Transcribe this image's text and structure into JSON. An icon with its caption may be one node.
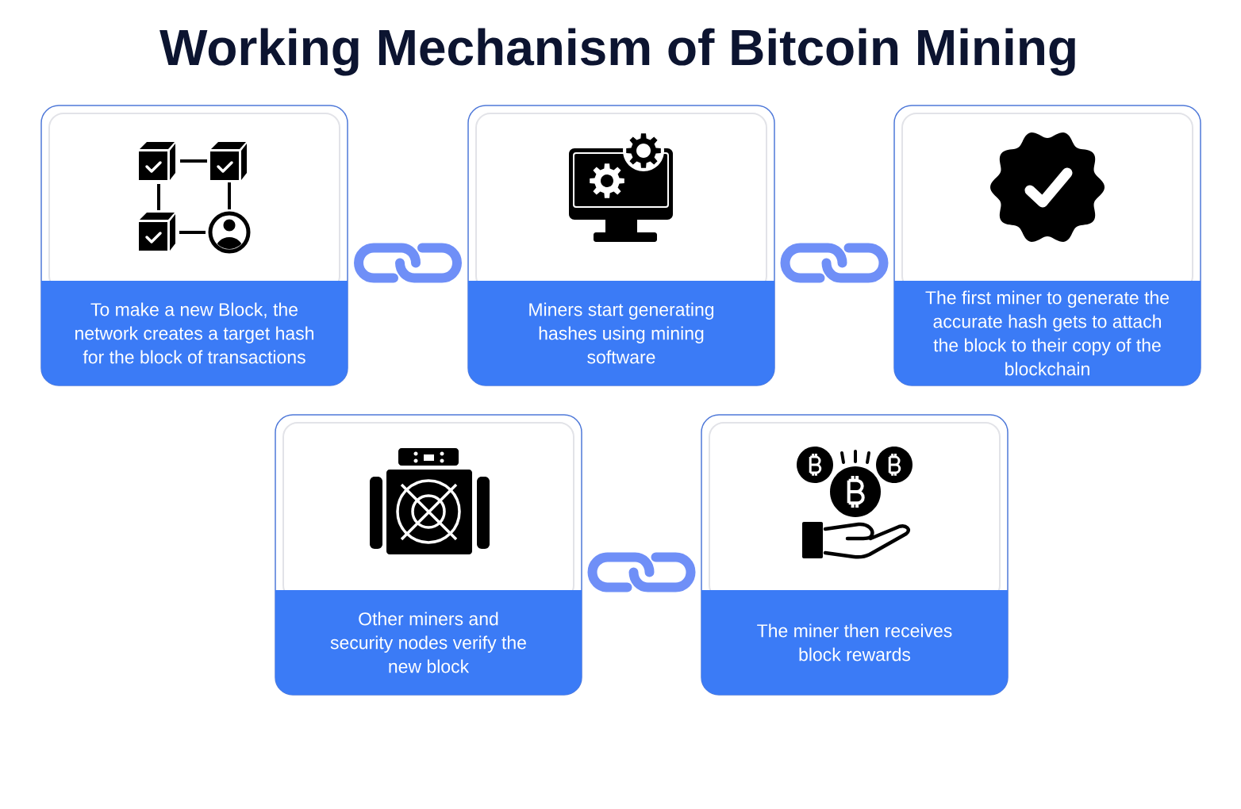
{
  "diagram": {
    "title": "Working Mechanism of Bitcoin Mining",
    "nodes": [
      {
        "text": [
          "To make a new Block, the network creates a target hash for the block of transactions"
        ]
      },
      {
        "text": [
          "Miners start generating hashes using mining software"
        ]
      },
      {
        "text": [
          "The first miner to generate the accurate hash gets to attach the block to their copy of the blockchain"
        ]
      },
      {
        "text": [
          "Other miners and security nodes verify the new block"
        ]
      },
      {
        "text": [
          "The miner then receives block rewards"
        ]
      }
    ],
    "edges": [
      {
        "from": 0,
        "to": 1,
        "arrow": "none"
      },
      {
        "from": 1,
        "to": 2,
        "arrow": "none"
      },
      {
        "from": 3,
        "to": 4,
        "arrow": "none"
      }
    ]
  }
}
